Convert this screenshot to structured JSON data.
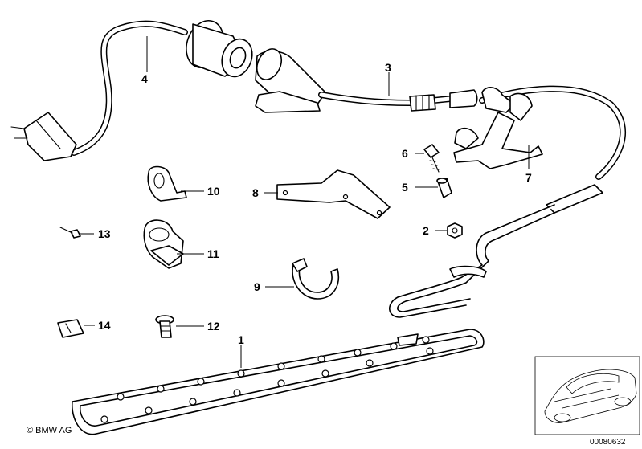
{
  "diagram": {
    "callouts": [
      {
        "id": "c1",
        "label": "1"
      },
      {
        "id": "c2",
        "label": "2"
      },
      {
        "id": "c3",
        "label": "3"
      },
      {
        "id": "c4",
        "label": "4"
      },
      {
        "id": "c5",
        "label": "5"
      },
      {
        "id": "c6",
        "label": "6"
      },
      {
        "id": "c7",
        "label": "7"
      },
      {
        "id": "c8",
        "label": "8"
      },
      {
        "id": "c9",
        "label": "9"
      },
      {
        "id": "c10",
        "label": "10"
      },
      {
        "id": "c11",
        "label": "11"
      },
      {
        "id": "c12",
        "label": "12"
      },
      {
        "id": "c13",
        "label": "13"
      },
      {
        "id": "c14",
        "label": "14"
      }
    ],
    "copyright": "© BMW AG",
    "document_number": "00080632"
  }
}
